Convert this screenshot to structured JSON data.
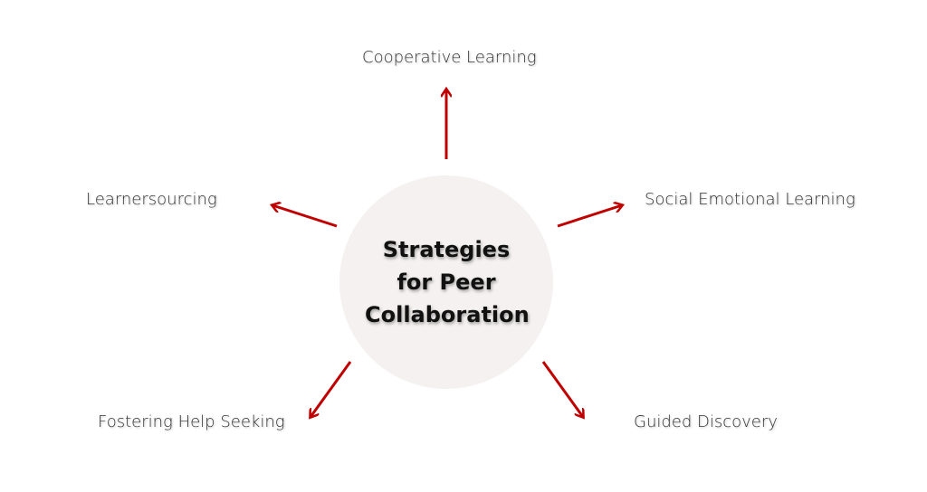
{
  "center": {
    "title": "Strategies for Peer Collaboration"
  },
  "strategies": [
    {
      "label": "Cooperative Learning"
    },
    {
      "label": "Learnersourcing"
    },
    {
      "label": "Social Emotional Learning"
    },
    {
      "label": "Fostering Help Seeking"
    },
    {
      "label": "Guided Discovery"
    }
  ],
  "colors": {
    "arrow": "#c00000",
    "circle": "#f4f1f0"
  }
}
